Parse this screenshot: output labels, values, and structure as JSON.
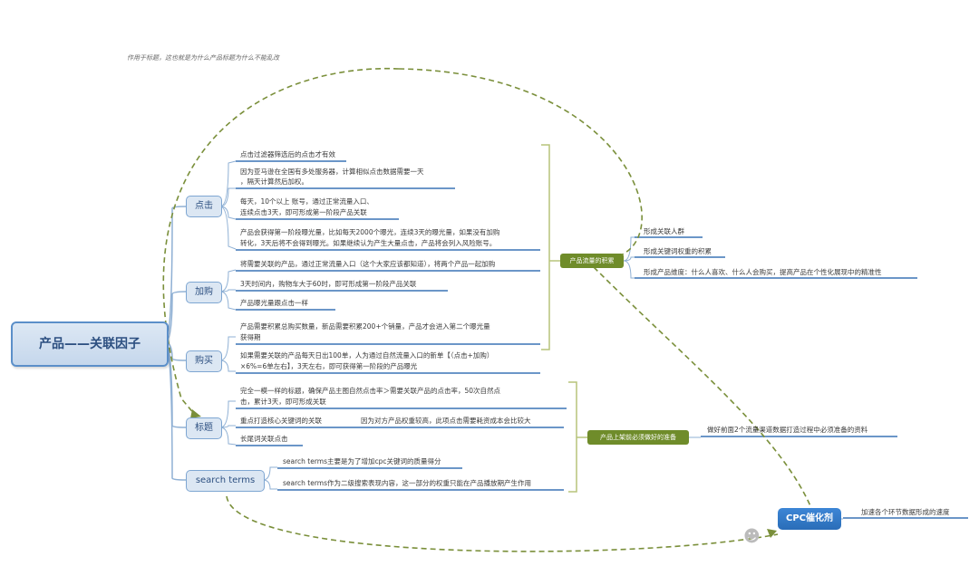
{
  "root": "产品——关联因子",
  "top_note": "作用于标题，这也就是为什么产品标题为什么不能乱改",
  "categories": {
    "click": "点击",
    "cart": "加购",
    "purchase": "购买",
    "title": "标题",
    "search_terms": "search terms"
  },
  "click_items": [
    "点击过滤器筛选后的点击才有效",
    "因为亚马逊在全国有多处服务器，计算相似点击数据需要一天",
    "，隔天计算然后加权。",
    "每天，10个以上 账号，通过正常流量入口、",
    "连续点击3天，即可形成第一阶段产品关联",
    "产品会获得第一阶段曝光量，比如每天2000个曝光，连续3天的曝光量，如果没有加购",
    "转化，3天后将不会得到曝光。如果继续认为产生大量点击，产品将会列入风险账号。"
  ],
  "cart_items": [
    "将需要关联的产品，通过正常流量入口（这个大家应该都知道），将两个产品一起加购",
    "3天时间内，购物车大于60时，即可形成第一阶段产品关联",
    "产品曝光量跟点击一样"
  ],
  "purchase_items": [
    "产品需要积累总购买数量，新品需要积累200+个销量，产品才会进入第二个曝光量",
    "获得期",
    "如果需要关联的产品每天日出100单，人为通过自然流量入口的新单【（点击+加购）",
    "×6%=6单左右】，3天左右，即可获得第一阶段的产品曝光"
  ],
  "title_items": [
    "完全一模一样的标题，确保产品主图自然点击率＞需要关联产品的点击率，50次自然点",
    "击，累计3天，即可形成关联",
    "重点打造核心关键词的关联",
    "因为对方产品权重较高，此项点击需要耗资成本会比较大",
    "长尾词关联点击"
  ],
  "search_items": [
    "search terms主要是为了增加cpc关键词的质量得分",
    "search terms作为二级搜索表现内容，这一部分的权重只能在产品播放期产生作用"
  ],
  "green_nodes": {
    "accumulation": "产品流量的积累",
    "early": "产品上架前必须做好的准备"
  },
  "accumulation_items": [
    "形成关联人群",
    "形成关键词权重的积累",
    "形成产品维度：什么人喜欢、什么人会购买，提高产品在个性化展现中的精准性"
  ],
  "early_item": "做好前面2个流量渠道数据打造过程中必须准备的资料",
  "cpc": "CPC催化剂",
  "cpc_item": "加速各个环节数据形成的速度"
}
